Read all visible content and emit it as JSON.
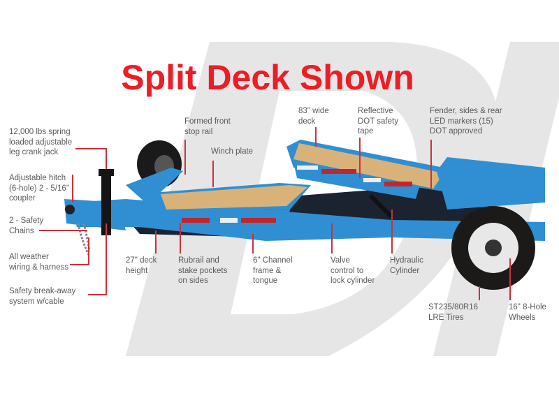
{
  "title": "Split Deck Shown",
  "colors": {
    "title": "#ee1c25",
    "trailer_blue": "#2f8fd2",
    "deck_wood": "#d9b27a",
    "callout_line": "#c8323c",
    "label_text": "#5a5a5a",
    "watermark": "#e6e6e6"
  },
  "callouts": {
    "jack": "12,000 lbs spring\nloaded adjustable\nleg crank jack",
    "hitch": "Adjustable hitch\n(6-hole) 2 - 5/16\"\ncoupler",
    "chains": "2 - Safety\nChains",
    "wiring": "All weather\nwiring & harness",
    "breakaway": "Safety break-away\nsystem w/cable",
    "front_rail": "Formed front\nstop rail",
    "winch_plate": "Winch plate",
    "deck_width": "83\" wide\ndeck",
    "safety_tape": "Reflective\nDOT safety\ntape",
    "led_markers": "Fender, sides & rear\nLED markers (15)\nDOT approved",
    "deck_height": "27\" deck\nheight",
    "rubrail": "Rubrail and\nstake pockets\non sides",
    "channel_frame": "6\" Channel\nframe &\ntongue",
    "valve": "Valve\ncontrol to\nlock cylinder",
    "hydraulic": "Hydraulic\nCylinder",
    "tires": "ST235/80R16\nLRE Tires",
    "wheels": "16\" 8-Hole\nWheels"
  }
}
